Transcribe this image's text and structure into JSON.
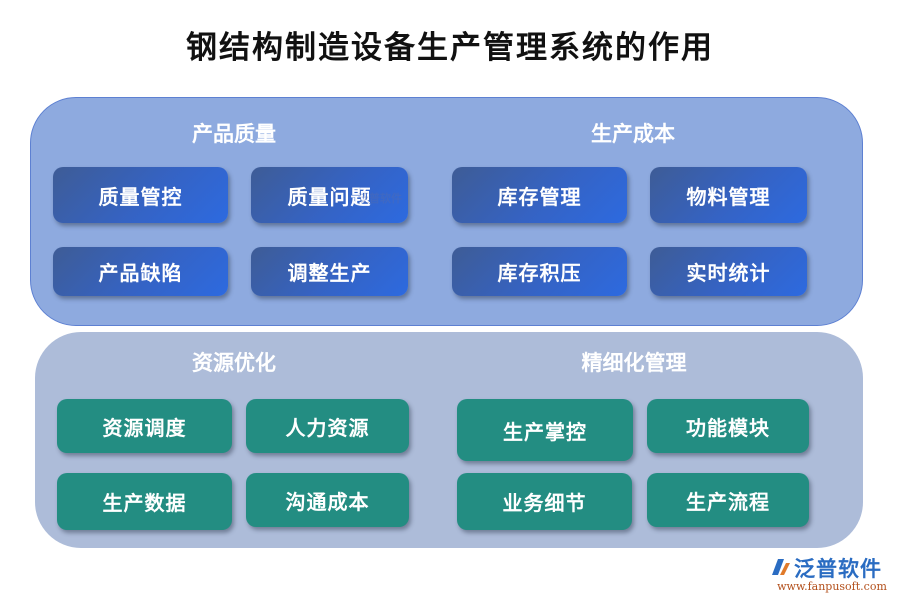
{
  "title": "钢结构制造设备生产管理系统的作用",
  "colors": {
    "top_panel_bg": "#8eaadf",
    "top_panel_border": "#5d80d2",
    "bottom_panel_bg": "#adbcd9",
    "blue_box_start": "#3e5c96",
    "blue_box_end": "#2d6ae0",
    "teal_box": "#238d82",
    "text_on_box": "#ffffff"
  },
  "top_panel": {
    "groups": [
      {
        "title": "产品质量",
        "items": [
          "质量管控",
          "质量问题",
          "产品缺陷",
          "调整生产"
        ]
      },
      {
        "title": "生产成本",
        "items": [
          "库存管理",
          "物料管理",
          "库存积压",
          "实时统计"
        ]
      }
    ]
  },
  "bottom_panel": {
    "groups": [
      {
        "title": "资源优化",
        "items": [
          "资源调度",
          "人力资源",
          "生产数据",
          "沟通成本"
        ]
      },
      {
        "title": "精细化管理",
        "items": [
          "生产掌控",
          "功能模块",
          "业务细节",
          "生产流程"
        ]
      }
    ]
  },
  "watermark": "泛普软件",
  "logo": {
    "icon": "fanpu-logo-icon",
    "name": "泛普软件",
    "url": "www.fanpusoft.com"
  }
}
